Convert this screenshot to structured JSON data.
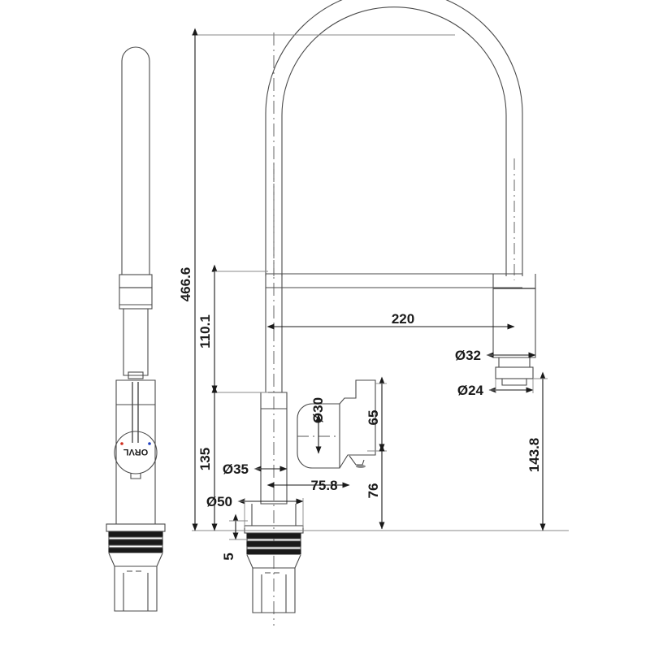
{
  "drawing": {
    "title": "Kitchen mixer tap technical dimension drawing",
    "units": "mm",
    "line_color": "#4a4a4a",
    "dim_color": "#1a1a1a",
    "background": "#ffffff",
    "brand": "ORVL",
    "indicator_hot_color": "#d03020",
    "indicator_cold_color": "#2040c0"
  },
  "dimensions": {
    "overall_height": "466.6",
    "spout_height_upper": "110.1",
    "body_height_lower": "135",
    "spout_reach": "220",
    "spray_head_diameter": "Ø32",
    "spray_outlet_diameter": "Ø24",
    "spray_head_drop": "143.8",
    "lever_pivot_diameter": "Ø30",
    "lever_height": "65",
    "base_to_lever": "76",
    "body_diameter": "Ø35",
    "base_diameter": "Ø50",
    "lever_offset": "75.8",
    "washer_thickness": "5"
  },
  "views": {
    "left": "side-elevation-with-handle",
    "center": "front-elevation-dimensioned"
  }
}
